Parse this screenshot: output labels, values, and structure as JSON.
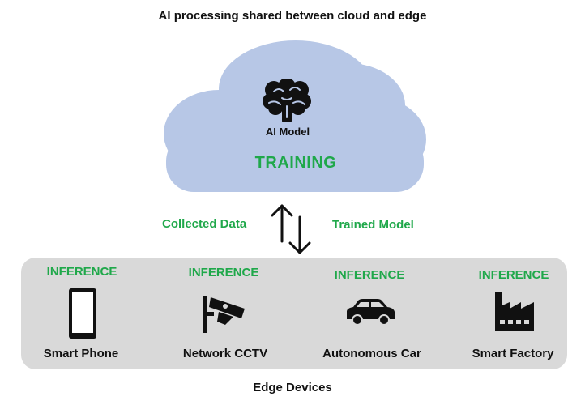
{
  "title": "AI processing shared between cloud and edge",
  "cloud": {
    "icon": "brain-icon",
    "model_label": "AI Model",
    "stage_label": "TRAINING",
    "fill_color": "#b7c7e6"
  },
  "flow": {
    "up_label": "Collected Data",
    "down_label": "Trained Model",
    "icon": "up-down-arrows-icon"
  },
  "edge": {
    "panel_color": "#d9d9d9",
    "accent_color": "#1fa84a",
    "footer_label": "Edge Devices",
    "devices": [
      {
        "name": "Smart Phone",
        "stage": "INFERENCE",
        "icon": "smartphone-icon"
      },
      {
        "name": "Network CCTV",
        "stage": "INFERENCE",
        "icon": "cctv-camera-icon"
      },
      {
        "name": "Autonomous Car",
        "stage": "INFERENCE",
        "icon": "car-icon"
      },
      {
        "name": "Smart Factory",
        "stage": "INFERENCE",
        "icon": "factory-icon"
      }
    ]
  }
}
